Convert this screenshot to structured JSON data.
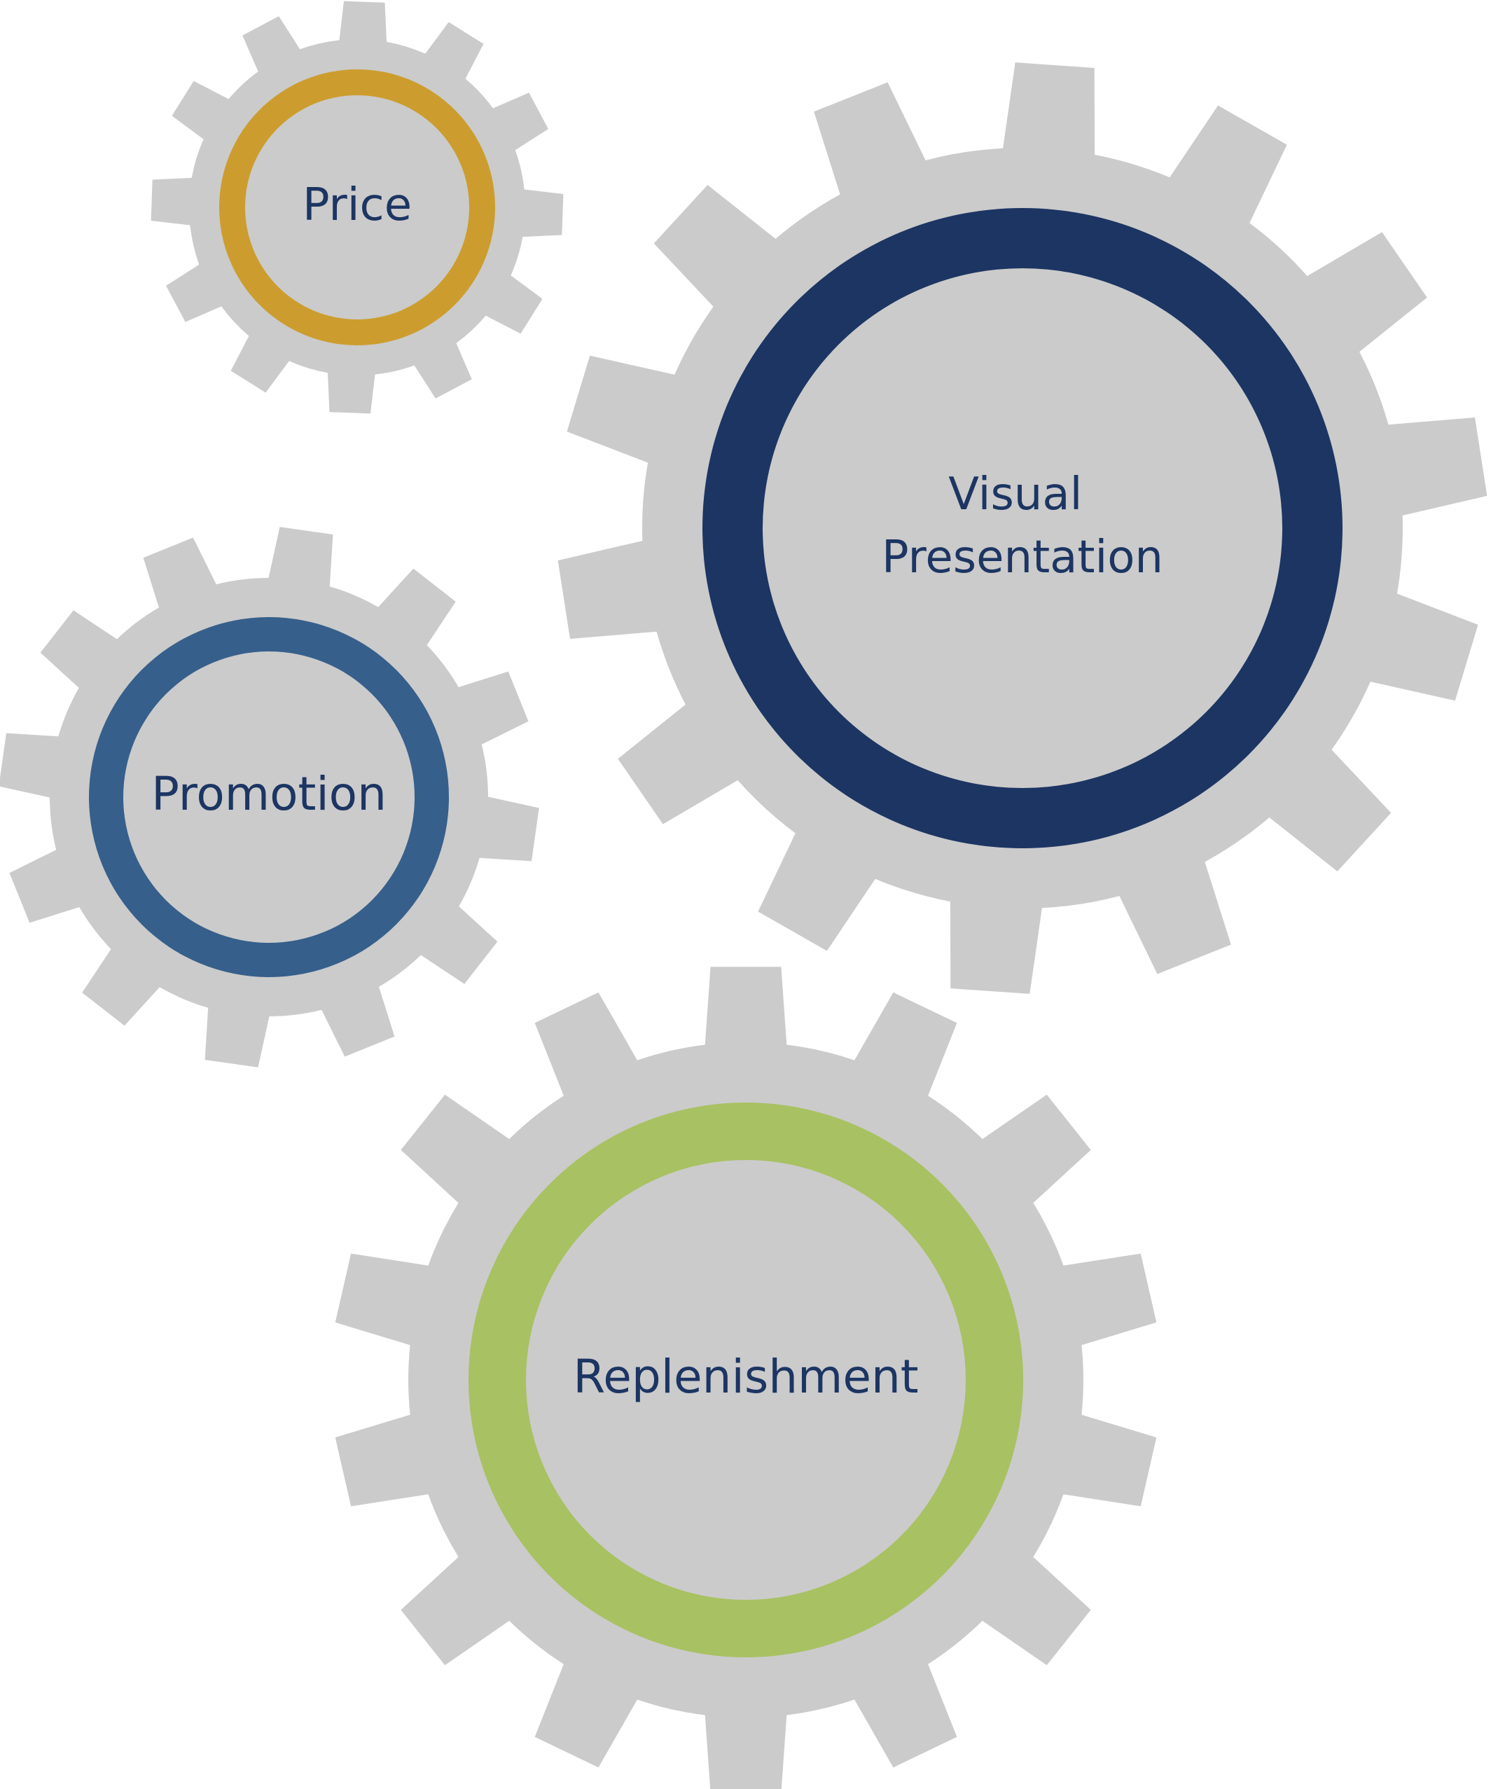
{
  "gears": [
    {
      "id": "price",
      "lines": [
        "Price"
      ],
      "ring_color": "#cc9d2e"
    },
    {
      "id": "visual-presentation",
      "lines": [
        "Visual",
        "Presentation"
      ],
      "ring_color": "#1c3563"
    },
    {
      "id": "promotion",
      "lines": [
        "Promotion"
      ],
      "ring_color": "#365f8b"
    },
    {
      "id": "replenishment",
      "lines": [
        "Replenishment"
      ],
      "ring_color": "#a8c162"
    }
  ]
}
